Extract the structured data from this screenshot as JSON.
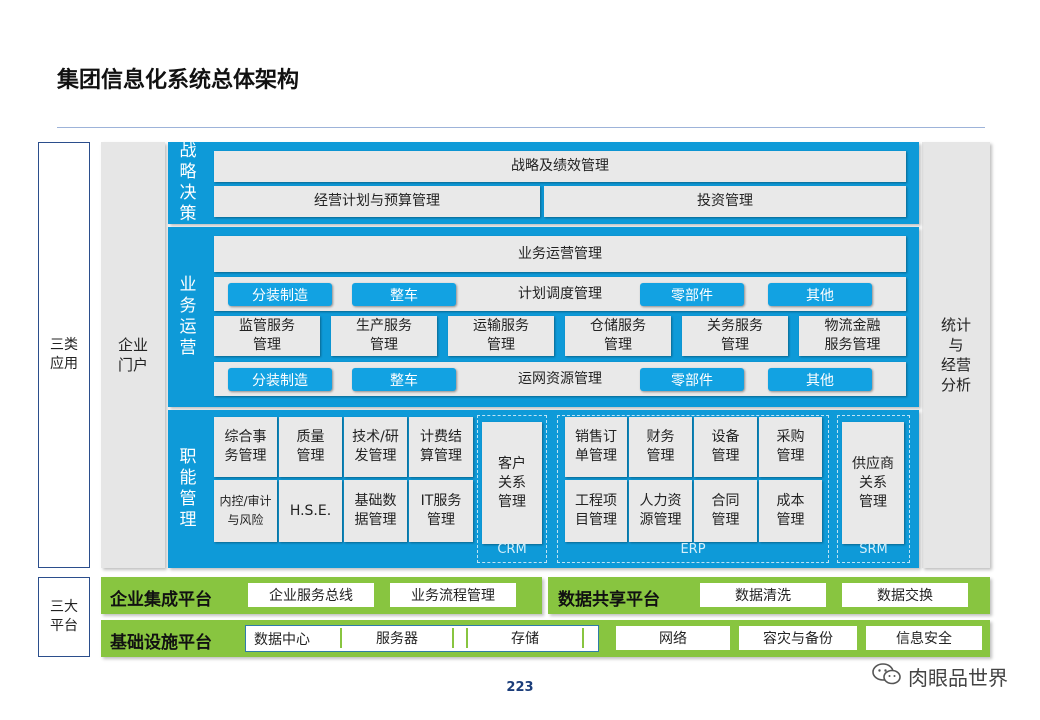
{
  "title": "集团信息化系统总体架构",
  "left_labels": {
    "apps": "三类\n应用",
    "platforms": "三大\n平台"
  },
  "portal": "企业\n门户",
  "stats": "统计\n与\n经营\n分析",
  "strategy": {
    "label": [
      "战",
      "略",
      "决",
      "策"
    ],
    "row1": "战略及绩效管理",
    "row2": [
      "经营计划与预算管理",
      "投资管理"
    ]
  },
  "business": {
    "label": [
      "业",
      "务",
      "运",
      "营"
    ],
    "row1": "业务运营管理",
    "row2": {
      "pills": [
        "分装制造",
        "整车",
        "零部件",
        "其他"
      ],
      "center": "计划调度管理"
    },
    "row3": [
      "监管服务\n管理",
      "生产服务\n管理",
      "运输服务\n管理",
      "仓储服务\n管理",
      "关务服务\n管理",
      "物流金融\n服务管理"
    ],
    "row4": {
      "pills": [
        "分装制造",
        "整车",
        "零部件",
        "其他"
      ],
      "center": "运网资源管理"
    }
  },
  "functions": {
    "label": [
      "职",
      "能",
      "管",
      "理"
    ],
    "grid1": [
      "综合事\n务管理",
      "质量\n管理",
      "技术/研\n发管理",
      "计费结\n算管理",
      "内控/审计\n与风险",
      "H.S.E.",
      "基础数\n据管理",
      "IT服务\n管理"
    ],
    "crm": {
      "box": "客户\n关系\n管理",
      "tag": "CRM"
    },
    "erp": {
      "cells": [
        "销售订\n单管理",
        "财务\n管理",
        "设备\n管理",
        "采购\n管理",
        "工程项\n目管理",
        "人力资\n源管理",
        "合同\n管理",
        "成本\n管理"
      ],
      "tag": "ERP"
    },
    "srm": {
      "box": "供应商\n关系\n管理",
      "tag": "SRM"
    }
  },
  "platforms": {
    "integration": {
      "title": "企业集成平台",
      "items": [
        "企业服务总线",
        "业务流程管理"
      ]
    },
    "data": {
      "title": "数据共享平台",
      "items": [
        "数据清洗",
        "数据交换"
      ]
    },
    "infra": {
      "title": "基础设施平台",
      "group_label": "数据中心",
      "group_items": [
        "服务器",
        "存储"
      ],
      "items": [
        "网络",
        "容灾与备份",
        "信息安全"
      ]
    }
  },
  "page_number": "223",
  "watermark": "肉眼品世界",
  "colors": {
    "blue": "#0e9ad8",
    "pill": "#12a2e2",
    "green": "#88c540",
    "navy": "#2b4e8c"
  }
}
